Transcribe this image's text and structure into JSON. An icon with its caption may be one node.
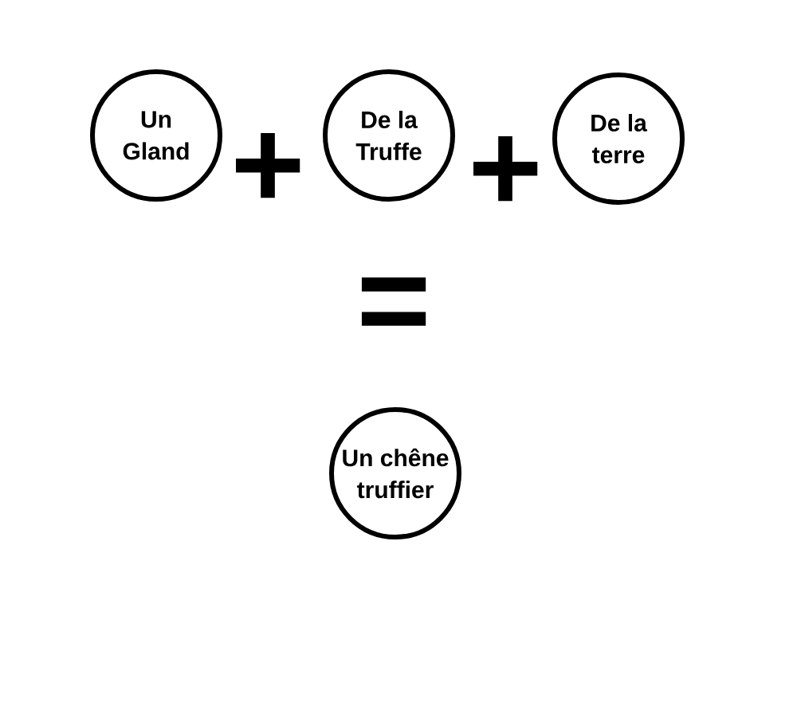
{
  "diagram": {
    "nodes": [
      {
        "text": [
          "Un Gland"
        ]
      },
      {
        "text": [
          "De la Truffe"
        ]
      },
      {
        "text": [
          "De la terre"
        ]
      },
      {
        "text": [
          "Un chêne truffier"
        ]
      }
    ],
    "labels": [
      "+",
      "+",
      "="
    ]
  }
}
